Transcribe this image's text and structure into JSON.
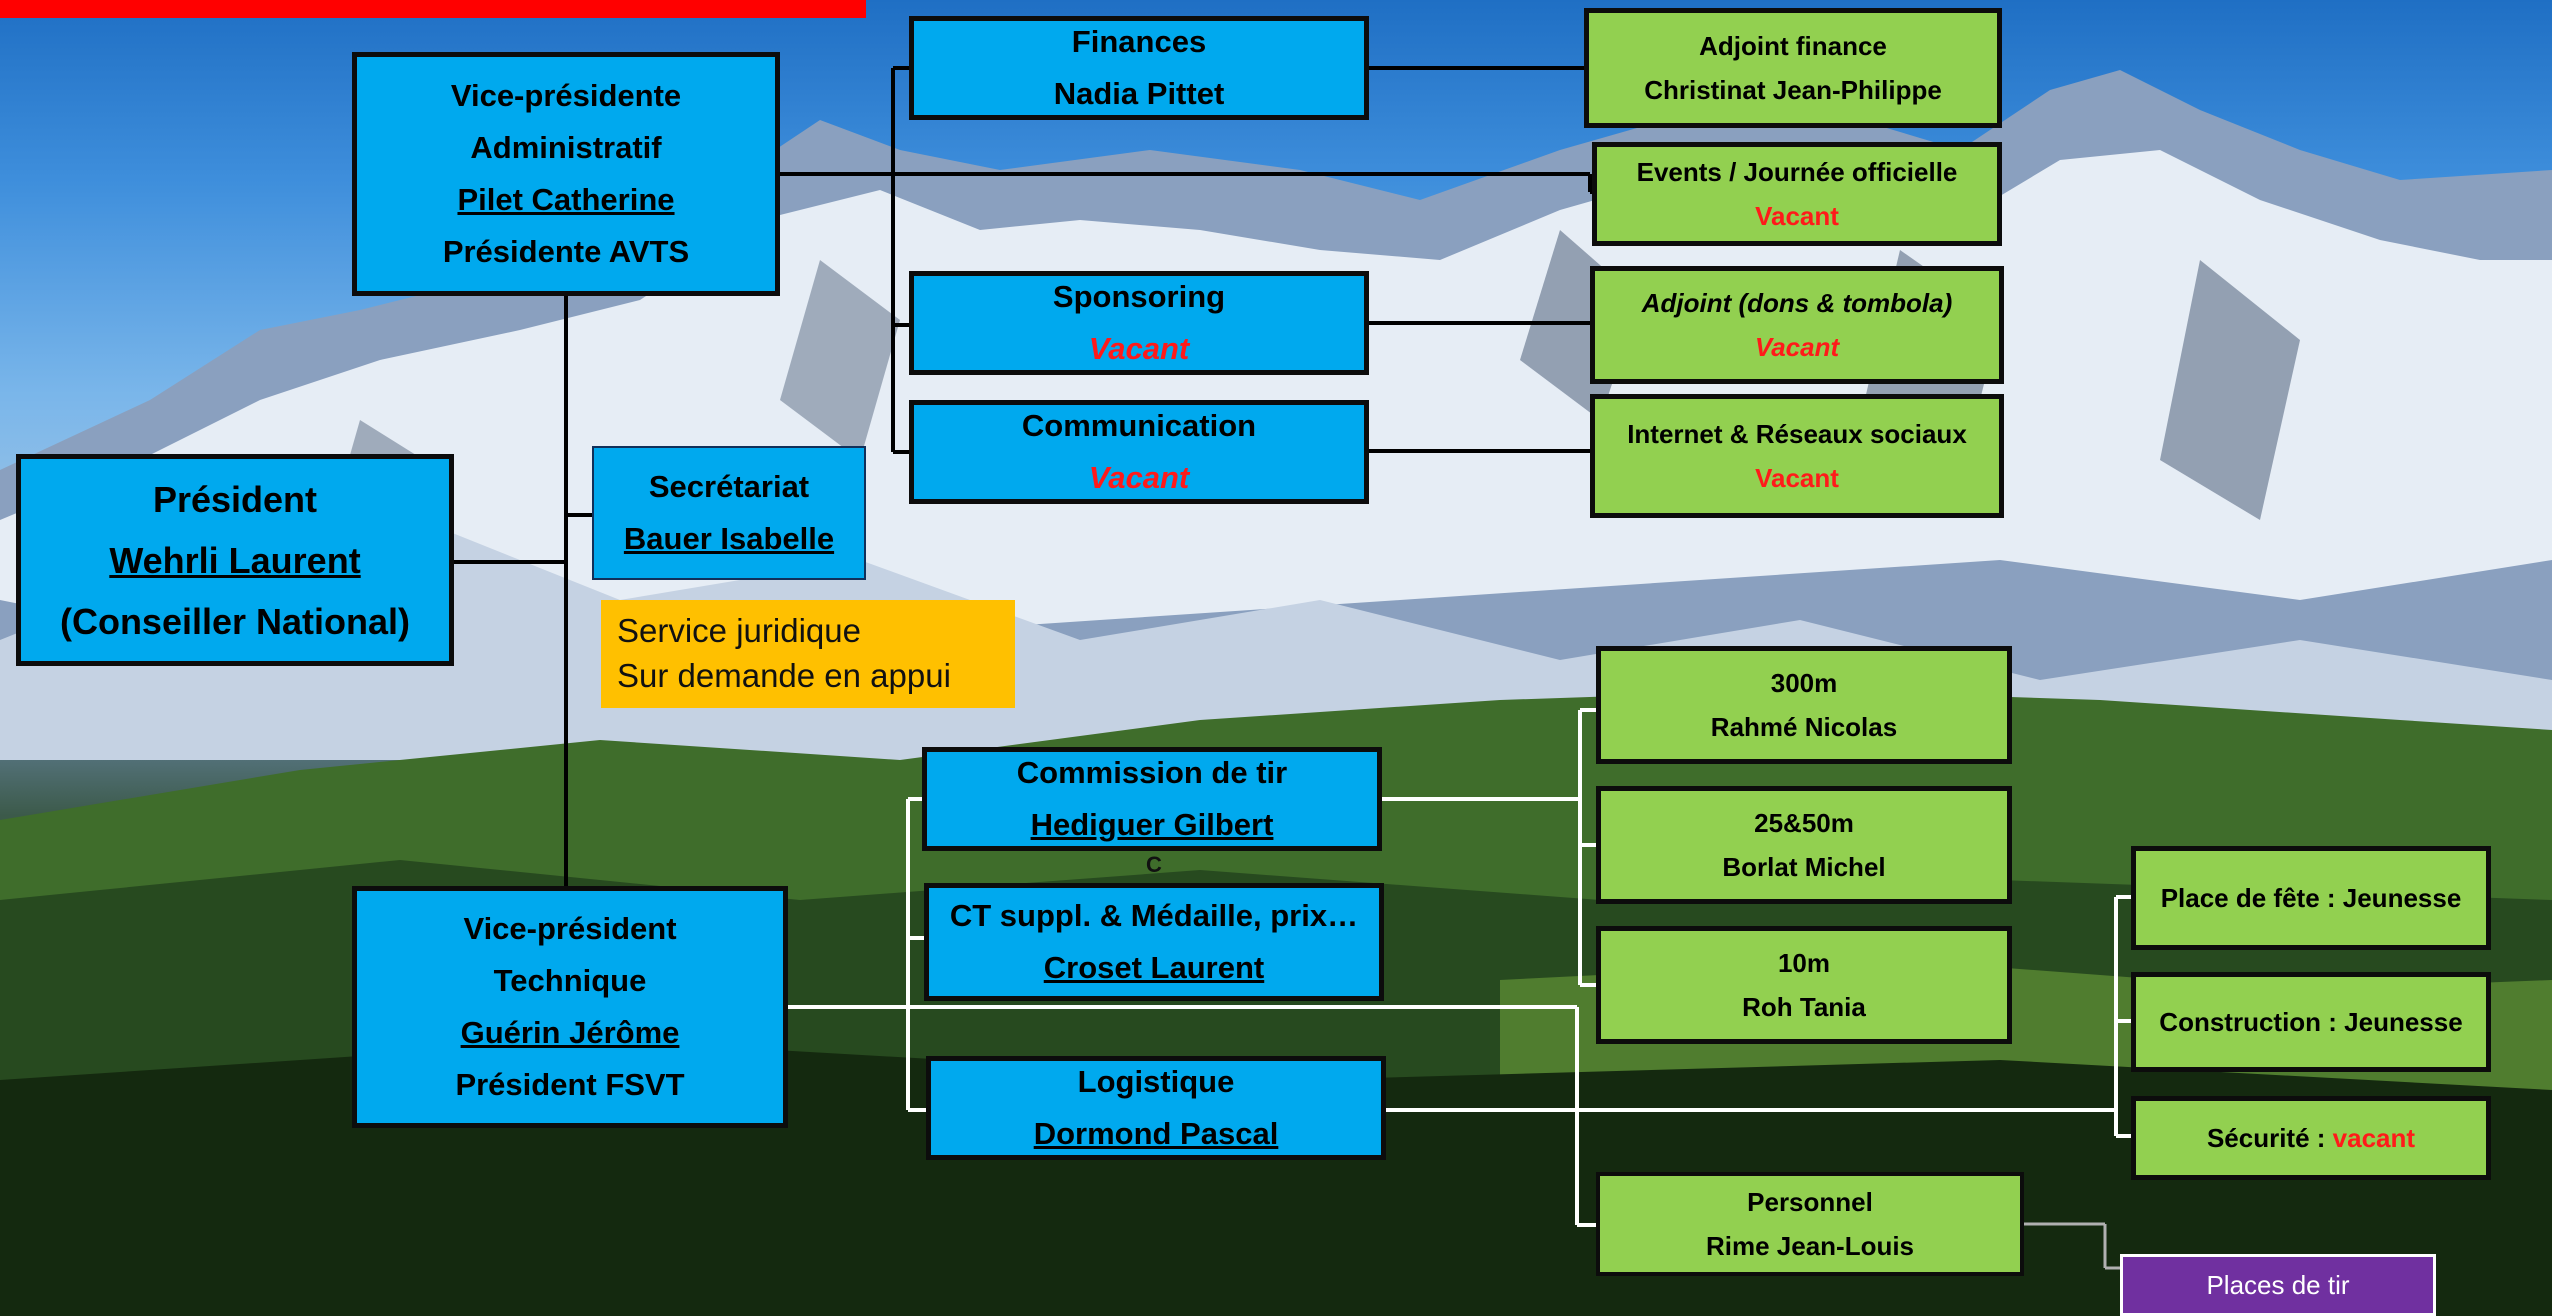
{
  "president": {
    "title": "Président",
    "name": "Wehrli Laurent",
    "note": "(Conseiller National)"
  },
  "vp_admin": {
    "line1": "Vice-présidente",
    "line2": "Administratif",
    "name": "Pilet Catherine",
    "line4": "Présidente AVTS"
  },
  "vp_tech": {
    "line1": "Vice-président",
    "line2": "Technique",
    "name": "Guérin Jérôme",
    "line4": "Président FSVT"
  },
  "secretariat": {
    "title": "Secrétariat",
    "name": "Bauer Isabelle"
  },
  "legal": {
    "line1": "Service juridique",
    "line2": "Sur demande en appui"
  },
  "finances": {
    "title": "Finances",
    "name": "Nadia Pittet"
  },
  "sponsoring": {
    "title": "Sponsoring",
    "name": "Vacant"
  },
  "communication": {
    "title": "Communication",
    "name": "Vacant"
  },
  "commission_tir": {
    "title": "Commission de tir",
    "name": "Hediguer Gilbert"
  },
  "ct_suppl": {
    "title": "CT suppl. & Médaille, prix…",
    "name": "Croset Laurent"
  },
  "logistique": {
    "title": "Logistique",
    "name": "Dormond Pascal"
  },
  "adjoint_finance": {
    "title": "Adjoint finance",
    "name": "Christinat Jean-Philippe"
  },
  "events": {
    "title": "Events / Journée officielle",
    "name": "Vacant"
  },
  "adjoint_dons": {
    "title": "Adjoint (dons & tombola)",
    "name": "Vacant"
  },
  "internet": {
    "title": "Internet & Réseaux sociaux",
    "name": "Vacant"
  },
  "r300": {
    "title": "300m",
    "name": "Rahmé Nicolas"
  },
  "r2550": {
    "title": "25&50m",
    "name": "Borlat Michel"
  },
  "r10": {
    "title": "10m",
    "name": "Roh Tania"
  },
  "personnel": {
    "title": "Personnel",
    "name": "Rime Jean-Louis"
  },
  "place_fete": {
    "label": "Place de fête  : Jeunesse"
  },
  "construction": {
    "label": "Construction : Jeunesse"
  },
  "securite": {
    "label": "Sécurité : ",
    "status": "vacant"
  },
  "places_tir": {
    "label": "Places de tir"
  },
  "stray": {
    "c": "C"
  },
  "colors": {
    "blue_box": "#00a9ee",
    "green_box": "#92d050",
    "orange_box": "#ffc000",
    "purple_box": "#7030a0",
    "vacant": "#ff1a1a",
    "top_bar": "#ff0000"
  }
}
